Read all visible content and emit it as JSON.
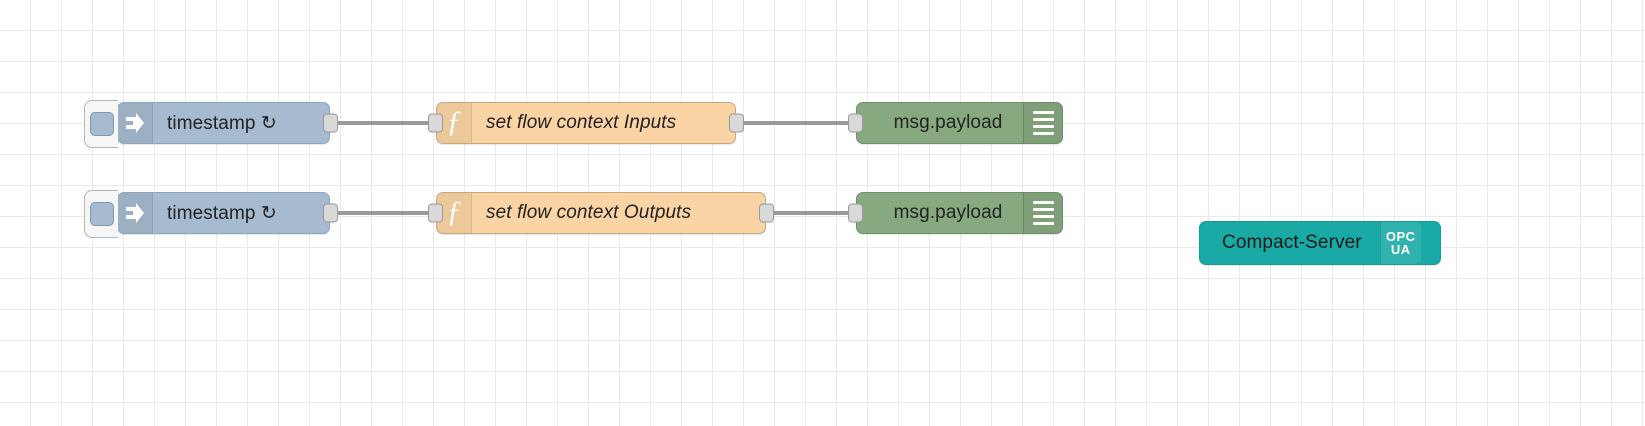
{
  "editor": {
    "name": "node-red-flow-canvas",
    "background": "#ffffff",
    "grid_color": "#eaeaea",
    "grid_size": 31
  },
  "palette": {
    "inject_color": "#a6bbcf",
    "function_color": "#fbd4a5",
    "debug_color": "#87a980",
    "opcua_color": "#1aaaa5",
    "wire_color": "#9a9a9a",
    "port_color": "#d9d9d9"
  },
  "flows": [
    {
      "id": "row-1",
      "nodes": {
        "inject": {
          "label": "timestamp ↻",
          "icon": "inject-arrow-icon",
          "type": "inject"
        },
        "function": {
          "label": "set flow context Inputs",
          "icon": "function-f-icon",
          "type": "function"
        },
        "debug": {
          "label": "msg.payload",
          "icon": "debug-bars-icon",
          "type": "debug"
        }
      }
    },
    {
      "id": "row-2",
      "nodes": {
        "inject": {
          "label": "timestamp ↻",
          "icon": "inject-arrow-icon",
          "type": "inject"
        },
        "function": {
          "label": "set flow context Outputs",
          "icon": "function-f-icon",
          "type": "function"
        },
        "debug": {
          "label": "msg.payload",
          "icon": "debug-bars-icon",
          "type": "debug"
        }
      }
    }
  ],
  "standalone": {
    "opcua": {
      "label": "Compact-Server",
      "badge_line1": "OPC",
      "badge_line2": "UA",
      "type": "opcua-server"
    }
  }
}
